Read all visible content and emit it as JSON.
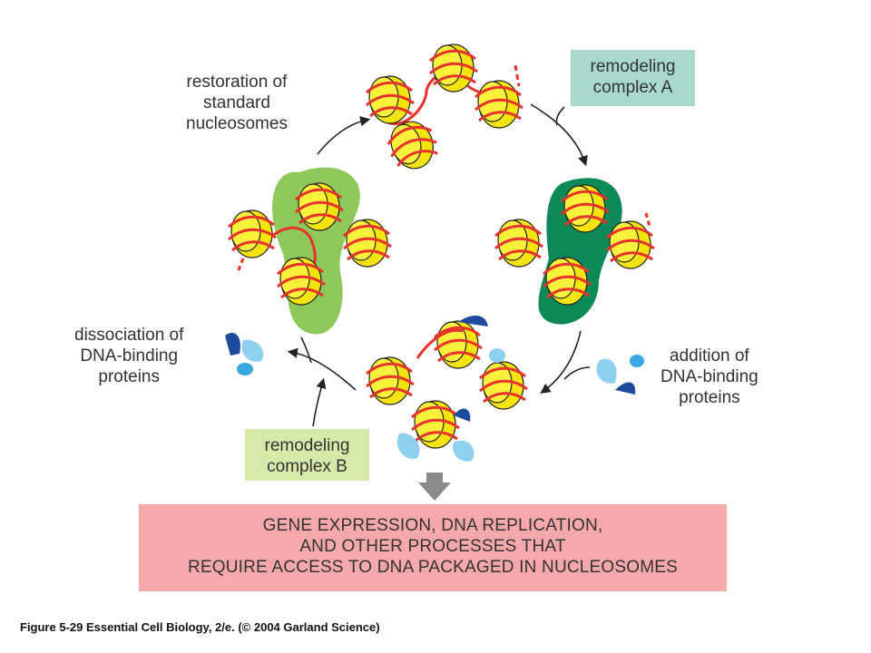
{
  "labels": {
    "restoration": [
      "restoration of",
      "standard",
      "nucleosomes"
    ],
    "remodeling_a": [
      "remodeling",
      "complex A"
    ],
    "remodeling_b": [
      "remodeling",
      "complex B"
    ],
    "dissociation": [
      "dissociation of",
      "DNA-binding",
      "proteins"
    ],
    "addition": [
      "addition of",
      "DNA-binding",
      "proteins"
    ]
  },
  "outcome": [
    "GENE EXPRESSION, DNA REPLICATION,",
    "AND OTHER PROCESSES THAT",
    "REQUIRE ACCESS TO DNA PACKAGED IN NUCLEOSOMES"
  ],
  "caption": "Figure 5-29  Essential Cell Biology, 2/e. (© 2004 Garland Science)",
  "colors": {
    "nucleosome": "#f7ee10",
    "dna": "#e8322b",
    "complex_a_bg": "#0b8a58",
    "complex_b_bg": "#8fc85a",
    "remodeling_a_box": "#a9d8cc",
    "remodeling_b_box": "#d7e9a9",
    "outcome_box": "#f6a8ab",
    "protein_light": "#8fd0f0",
    "protein_dark": "#1d4a9c",
    "arrow_gray": "#8a8a8a"
  }
}
